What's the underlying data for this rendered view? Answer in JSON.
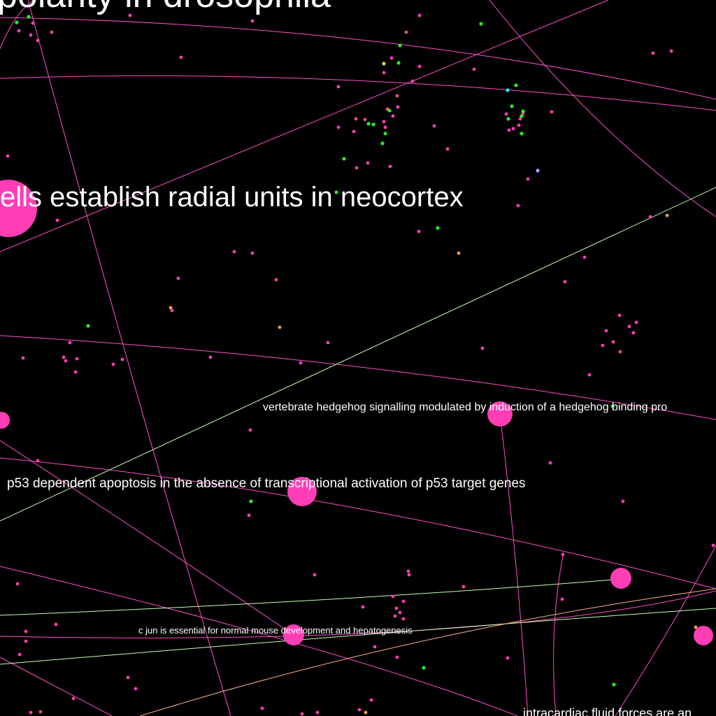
{
  "labels": {
    "drosophila": "polarity in drosophila",
    "neocortex": "ells establish radial units in neocortex",
    "hedgehog": "vertebrate hedgehog signalling modulated by induction of a hedgehog binding pro",
    "p53": "p53 dependent apoptosis in the absence of transcriptional activation of p53 target genes",
    "cjun": "c jun is essential for normal mouse development and hepatogenesis",
    "intracardiac": "intracardiac fluid forces are an"
  },
  "colors": {
    "background": "#000000",
    "node_primary": "#ff3eb5",
    "node_green": "#22ee22",
    "node_orange": "#ffa040",
    "node_yellow": "#ffd030",
    "node_cyan": "#40e0ff",
    "node_lavender": "#b0a0ff",
    "edge_magenta": "#ff4ec8",
    "edge_pale_green": "#c8ffb0",
    "edge_peach": "#ffb090",
    "label": "#ffffff"
  }
}
